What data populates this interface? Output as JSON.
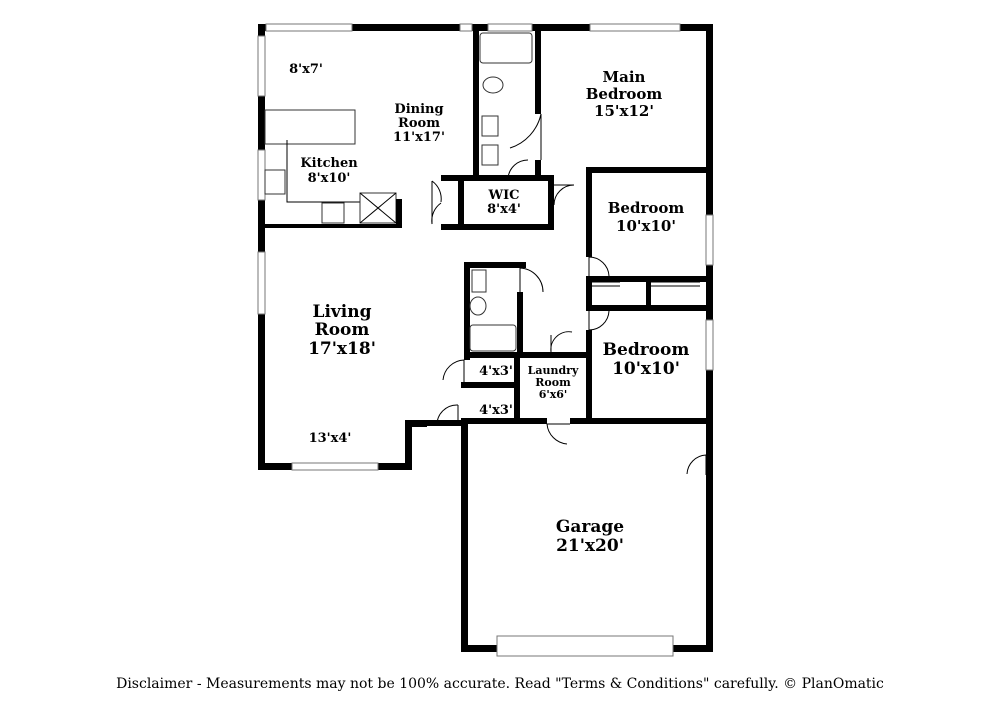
{
  "rooms": {
    "nook": {
      "dim": "8'x7'"
    },
    "dining": {
      "name_line1": "Dining",
      "name_line2": "Room",
      "dim": "11'x17'"
    },
    "kitchen": {
      "name": "Kitchen",
      "dim": "8'x10'"
    },
    "main_bedroom": {
      "name_line1": "Main",
      "name_line2": "Bedroom",
      "dim": "15'x12'"
    },
    "wic": {
      "name": "WIC",
      "dim": "8'x4'"
    },
    "bedroom_1": {
      "name": "Bedroom",
      "dim": "10'x10'"
    },
    "bedroom_2": {
      "name": "Bedroom",
      "dim": "10'x10'"
    },
    "living": {
      "name_line1": "Living",
      "name_line2": "Room",
      "dim": "17'x18'"
    },
    "entry": {
      "dim": "13'x4'"
    },
    "hall_a": {
      "dim": "4'x3'"
    },
    "hall_b": {
      "dim": "4'x3'"
    },
    "laundry": {
      "name_line1": "Laundry",
      "name_line2": "Room",
      "dim": "6'x6'"
    },
    "garage": {
      "name": "Garage",
      "dim": "21'x20'"
    }
  },
  "disclaimer": "Disclaimer - Measurements may not be 100% accurate. Read \"Terms & Conditions\" carefully. © PlanOmatic"
}
